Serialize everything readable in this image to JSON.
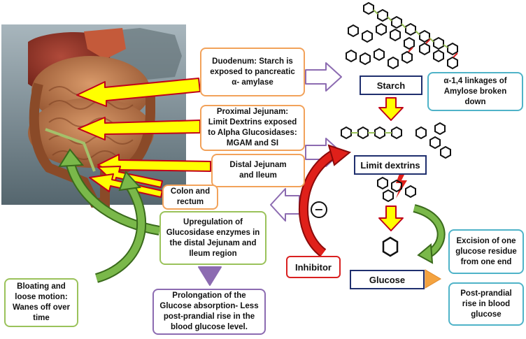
{
  "labels": {
    "duodenum": "Duodenum: Starch is\nexposed to pancreatic\nα- amylase",
    "proximal_jejunum": "Proximal Jejunam:\nLimit Dextrins exposed\nto Alpha Glucosidases:\nMGAM and SI",
    "distal_jejunum": "Distal Jejunam\nand Ileum",
    "colon": "Colon and\nrectum",
    "upregulation": "Upregulation  of\nGlucosidase  enzymes in\nthe distal Jejunam and\nIleum region",
    "bloating": "Bloating and\nloose motion:\nWanes off over\ntime",
    "prolongation": "Prolongation  of the\nGlucose absorption- Less\npost-prandial  rise in the\nblood glucose level.",
    "starch": "Starch",
    "amylose": "α-1,4 linkages of\nAmylose broken\ndown",
    "limit_dextrins": "Limit dextrins",
    "inhibitor": "Inhibitor",
    "minus": "−",
    "glucose": "Glucose",
    "excision": "Excision of one\nglucose residue\nfrom one end",
    "postprandial": "Post-prandial\nrise in blood\nglucose"
  },
  "colors": {
    "orange_border": "#f2a25a",
    "green_border": "#9ac25a",
    "purple_border": "#8c6bb1",
    "teal_border": "#4fb3c8",
    "navy_border": "#1f2f6e",
    "red": "#d92020",
    "yellow_arrow": "#ffff00",
    "green_arrow": "#6aa83a"
  }
}
